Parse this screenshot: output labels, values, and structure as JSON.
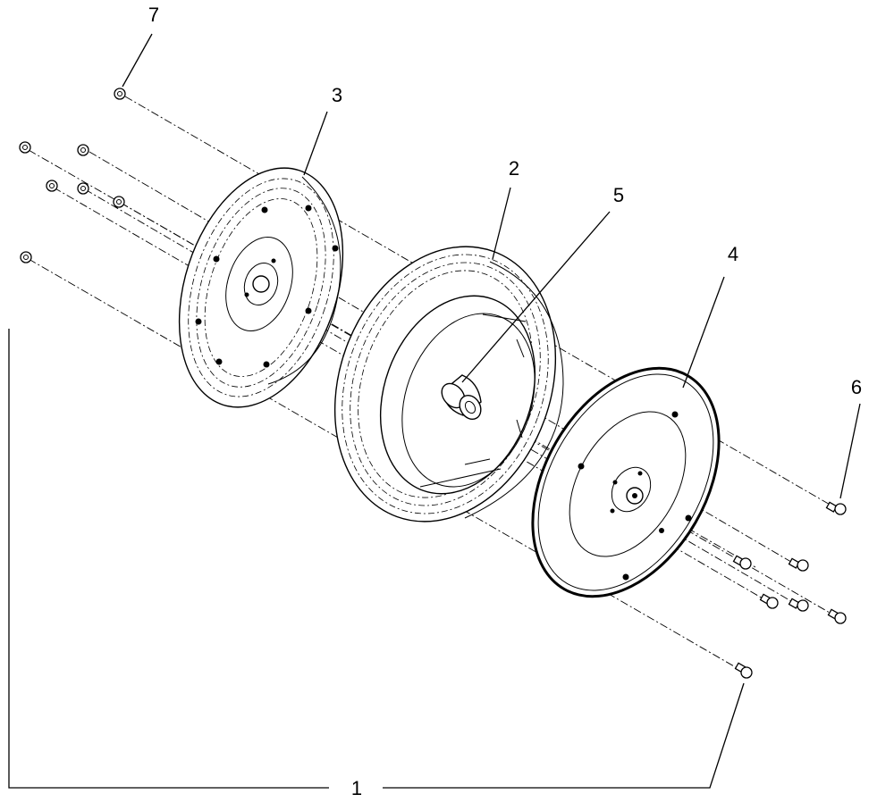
{
  "callouts": {
    "item_1": "1",
    "item_2": "2",
    "item_3": "3",
    "item_4": "4",
    "item_5": "5",
    "item_6": "6",
    "item_7": "7"
  }
}
